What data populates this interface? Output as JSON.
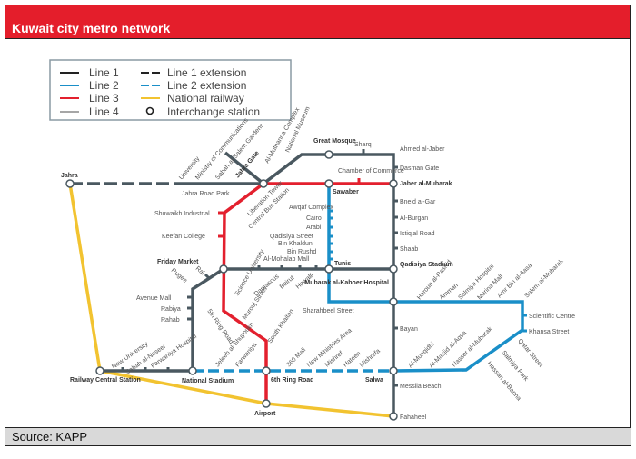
{
  "title": "Kuwait city metro network",
  "source": "Source: KAPP",
  "colors": {
    "line1": "#4a5860",
    "line2": "#1a8fc8",
    "line3": "#e3202e",
    "railway": "#f2c330",
    "header": "#e41e2b"
  },
  "legend": {
    "line1": "Line 1",
    "line2": "Line 2",
    "line3": "Line 3",
    "line4": "Line 4",
    "line1_ext": "Line 1 extension",
    "line2_ext": "Line 2 extension",
    "railway": "National railway",
    "interchange": "Interchange station"
  },
  "stations": {
    "jahra": "Jahra",
    "university": "University",
    "ministry": "Ministry of Communications",
    "sabah_gardens": "Sabah al-Salem Gardens",
    "jahra_gate": "Jahra Gate",
    "muthanna": "Al-Muthanna Complex",
    "museum": "National Museum",
    "great_mosque": "Great Mosque",
    "sharq": "Sharq",
    "ahmed_jaber": "Ahmed al-Jaber",
    "dasman": "Dasman Gate",
    "jaber_mubarak": "Jaber al-Mubarak",
    "chamber": "Chamber of Commerce",
    "sawaber": "Sawaber",
    "jahra_road_park": "Jahra Road Park",
    "liberation": "Liberation Tower",
    "bus_station": "Central Bus Station",
    "shuwaikh": "Shuwaikh Industrial",
    "keefan": "Keefan College",
    "awqaf": "Awqaf Complex",
    "cairo": "Cairo",
    "arabi": "Arabi",
    "qadisiya_street": "Qadisiya Street",
    "bin_khaldun": "Bin Khaldun",
    "bin_rushd": "Bin Rushd",
    "mohalab": "Al-Mohalab Mall",
    "bneid": "Bneid al-Gar",
    "burgan": "Al-Burgan",
    "istiqlal": "Istiqlal Road",
    "shaab": "Shaab",
    "qadisiya_stadium": "Qadisiya Stadium",
    "tunis": "Tunis",
    "friday_market": "Friday Market",
    "rugee": "Rugee",
    "rai": "Rai",
    "science_univ": "Science University",
    "damascus": "Damascus",
    "beirut": "Beirut",
    "hawalli": "Hawalli",
    "mubarak_hospital": "Mubarak al-Kaboer Hospital",
    "sharahbeel": "Sharahbeel Street",
    "avenue": "Avenue Mall",
    "rabiya": "Rabiya",
    "rahab": "Rahab",
    "ring5": "5th Ring Road",
    "murouj": "Murouj Street",
    "khaitan": "South Khaitan",
    "bayan": "Bayan",
    "haroun": "Haroun al-Rashid",
    "amman": "Amman",
    "salmiya_hosp": "Salmiya Hospital",
    "marina": "Marina Mall",
    "amr": "Amr Bin al-Aasa",
    "salem": "Salem al-Mubarak",
    "scientific": "Scientific Centre",
    "khansa": "Khansa Street",
    "qatar": "Qatar Street",
    "salmiya_park": "Salmiya Park",
    "hassan": "Hassan al-Banna",
    "manqaf": "Al-Munqidhi",
    "aqsa": "Al-Masjid al-Aqsa",
    "nasser": "Nasser al-Mubarak",
    "new_univ": "New University",
    "sabah_naseer": "Sabah al-Naseer",
    "farwaniya_hosp": "Farwaniya Hospital",
    "jeleeb": "Jeleeb al-Shuyoukh",
    "farwaniya": "Farwaniya",
    "mall360": "360 Mall",
    "ministries": "New Ministries Area",
    "mishref": "Mishref",
    "hateen": "Hateen",
    "mishrefa": "Mishrefa",
    "salwa": "Salwa",
    "ring6": "6th Ring Road",
    "national_stadium": "National Stadium",
    "railway_central": "Railway Central Station",
    "airport": "Airport",
    "messila": "Messila Beach",
    "fahaheel": "Fahaheel"
  }
}
